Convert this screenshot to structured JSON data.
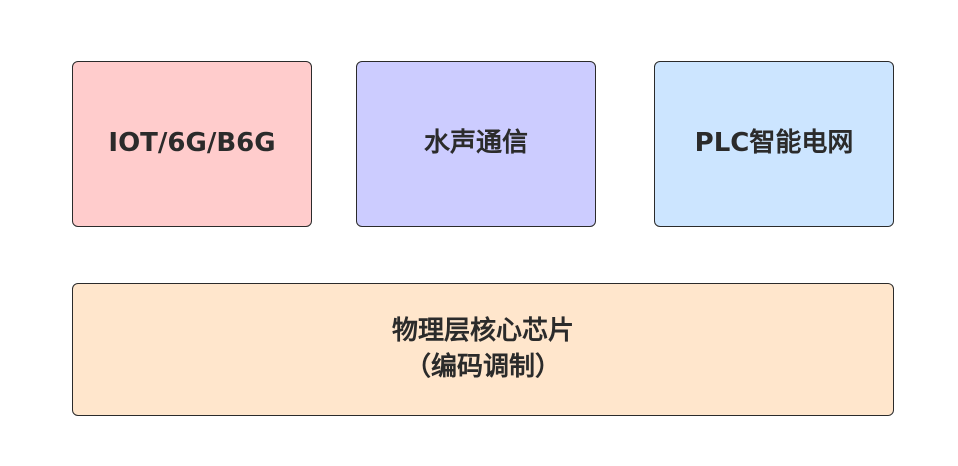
{
  "boxes": {
    "iot": {
      "label": "IOT/6G/B6G",
      "fill": "#ffcccc"
    },
    "water": {
      "label": "水声通信",
      "fill": "#ccccff"
    },
    "plc": {
      "label": "PLC智能电网",
      "fill": "#cce5ff"
    },
    "core": {
      "line1": "物理层核心芯片",
      "line2": "（编码调制）",
      "fill": "#ffe6cc"
    }
  }
}
